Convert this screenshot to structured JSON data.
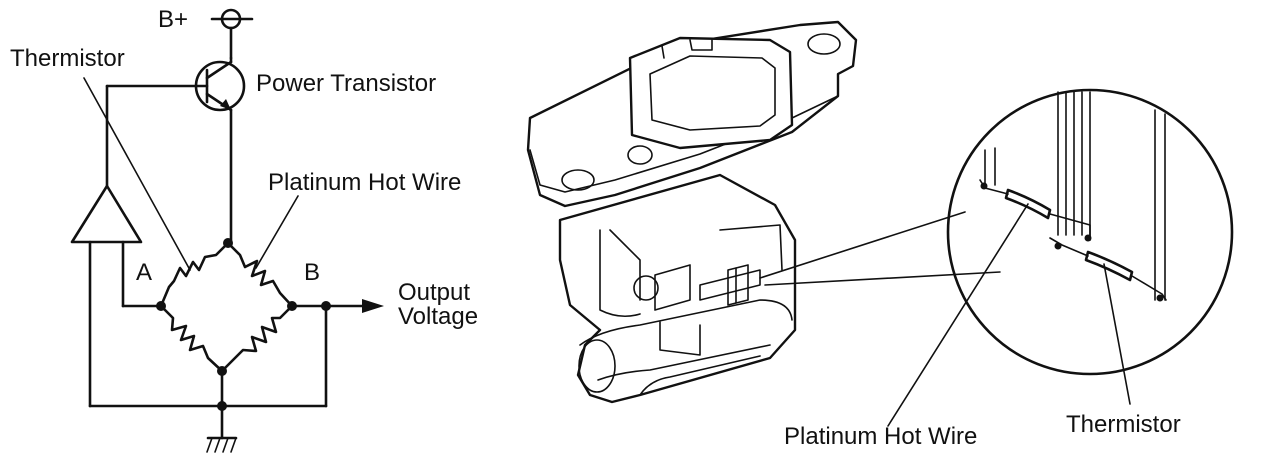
{
  "circuit": {
    "supply_label": "B+",
    "thermistor_label": "Thermistor",
    "transistor_label": "Power Transistor",
    "hot_wire_label": "Platinum Hot Wire",
    "node_a_label": "A",
    "node_b_label": "B",
    "output_label_line1": "Output",
    "output_label_line2": "Voltage"
  },
  "sensor": {
    "hot_wire_label": "Platinum Hot Wire",
    "thermistor_label": "Thermistor"
  },
  "colors": {
    "ink": "#111111",
    "background": "#ffffff"
  }
}
